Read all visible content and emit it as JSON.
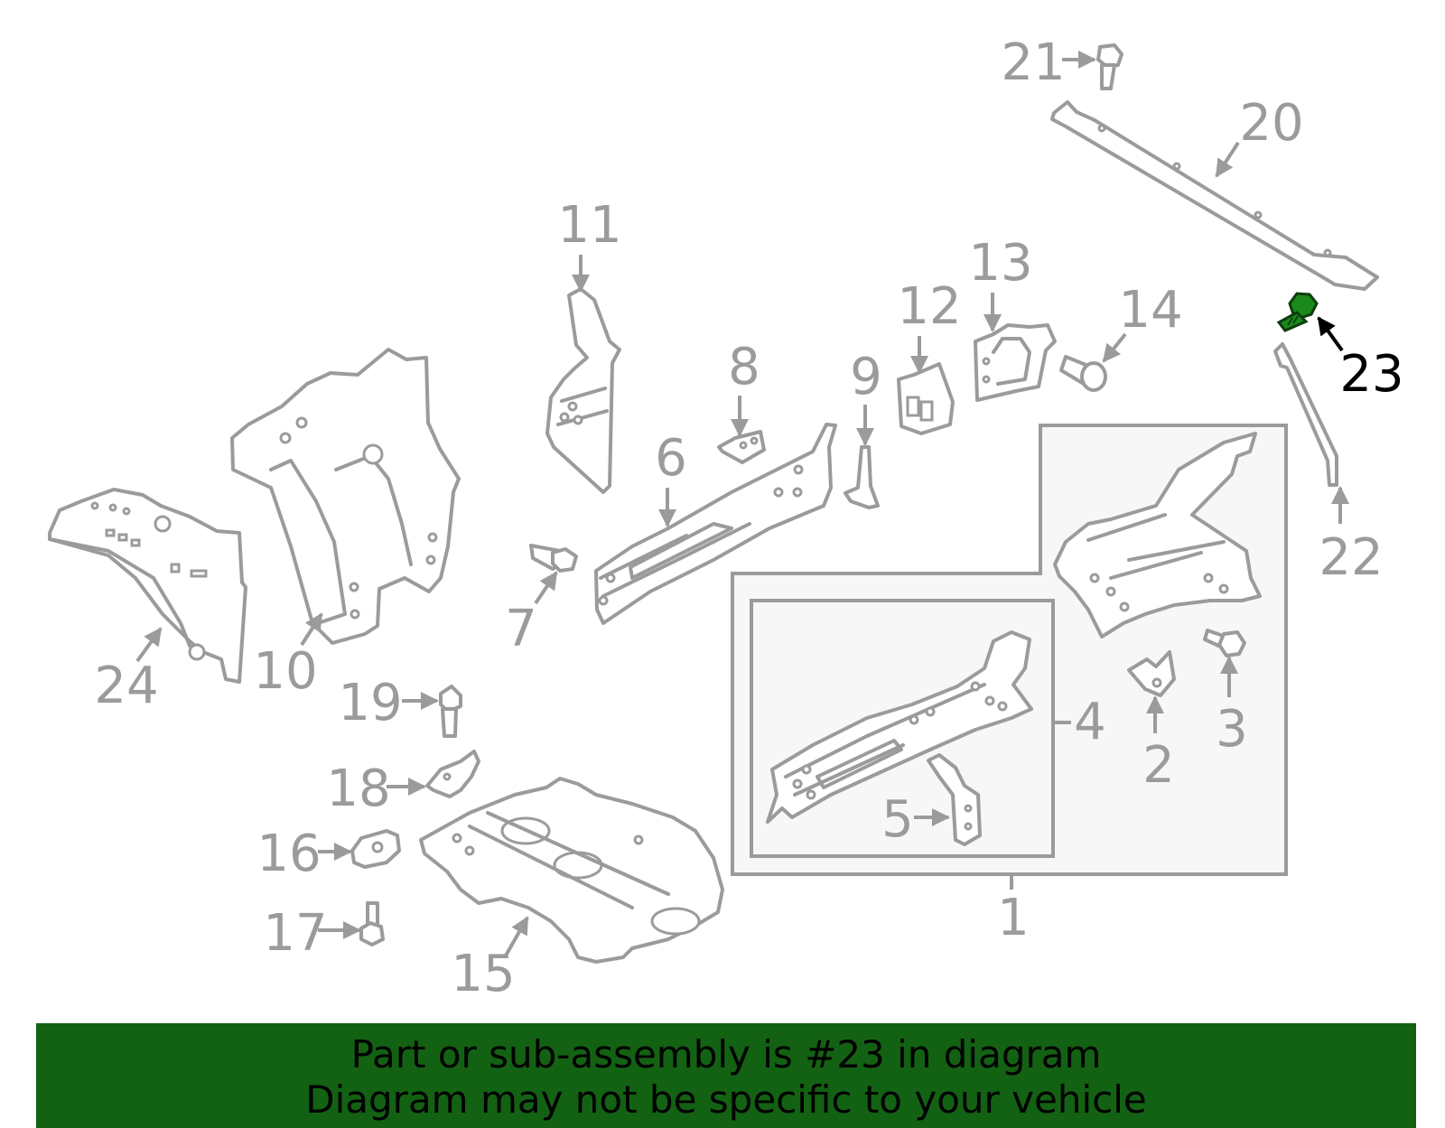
{
  "callouts": {
    "c1": "1",
    "c2": "2",
    "c3": "3",
    "c4": "4",
    "c5": "5",
    "c6": "6",
    "c7": "7",
    "c8": "8",
    "c9": "9",
    "c10": "10",
    "c11": "11",
    "c12": "12",
    "c13": "13",
    "c14": "14",
    "c15": "15",
    "c16": "16",
    "c17": "17",
    "c18": "18",
    "c19": "19",
    "c20": "20",
    "c21": "21",
    "c22": "22",
    "c23": "23",
    "c24": "24"
  },
  "highlight_part": "23",
  "colors": {
    "part_line": "#9b9b9b",
    "highlight_part": "#1a8a1a",
    "highlight_label": "#000000",
    "banner_bg": "#136113",
    "banner_text": "#000000"
  },
  "banner": {
    "line1": "Part or sub-assembly is #23 in diagram",
    "line2": "Diagram may not be specific to your vehicle"
  }
}
